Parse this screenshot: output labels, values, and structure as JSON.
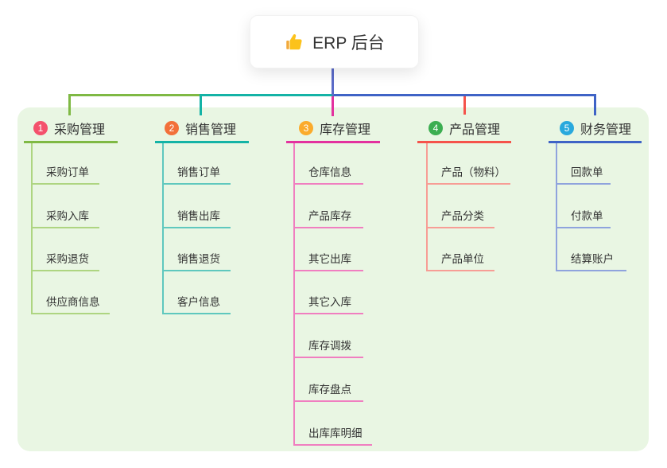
{
  "root": {
    "icon": "thumbs-up-icon",
    "label": "ERP 后台"
  },
  "branches": [
    {
      "index": "1",
      "label": "采购管理",
      "badge_color": "#f4516c",
      "line_color": "#7fb944",
      "child_line_color": "#aed581",
      "children": [
        "采购订单",
        "采购入库",
        "采购退货",
        "供应商信息"
      ]
    },
    {
      "index": "2",
      "label": "销售管理",
      "badge_color": "#f2703a",
      "line_color": "#14b3a6",
      "child_line_color": "#5fc8be",
      "children": [
        "销售订单",
        "销售出库",
        "销售退货",
        "客户信息"
      ]
    },
    {
      "index": "3",
      "label": "库存管理",
      "badge_color": "#fbab2c",
      "line_color": "#e3329f",
      "child_line_color": "#f07ec0",
      "children": [
        "仓库信息",
        "产品库存",
        "其它出库",
        "其它入库",
        "库存调拨",
        "库存盘点",
        "出库库明细"
      ]
    },
    {
      "index": "4",
      "label": "产品管理",
      "badge_color": "#3cae51",
      "line_color": "#f5534b",
      "child_line_color": "#f79d95",
      "children": [
        "产品（物料）",
        "产品分类",
        "产品单位"
      ]
    },
    {
      "index": "5",
      "label": "财务管理",
      "badge_color": "#29a9dd",
      "line_color": "#3f63c6",
      "child_line_color": "#8fa3dd",
      "children": [
        "回款单",
        "付款单",
        "结算账户"
      ]
    }
  ],
  "colors": {
    "canvas_bg": "#ffffff",
    "panel_bg": "#e9f6e3",
    "root_connector": "#5b6bc8",
    "text": "#333333"
  }
}
